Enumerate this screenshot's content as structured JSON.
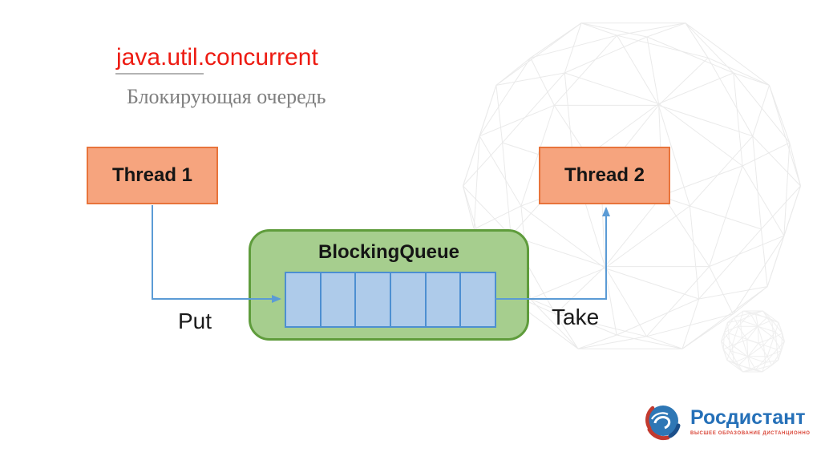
{
  "slide": {
    "title": "java.util.concurrent",
    "subtitle": "Блокирующая очередь"
  },
  "diagram": {
    "thread1_label": "Thread 1",
    "thread2_label": "Thread 2",
    "queue_title": "BlockingQueue",
    "queue_cells": 6,
    "put_label": "Put",
    "take_label": "Take"
  },
  "logo": {
    "name": "Росдистант",
    "tagline": "ВЫСШЕЕ ОБРАЗОВАНИЕ ДИСТАНЦИОННО"
  },
  "colors": {
    "title_red": "#ED1B12",
    "underline_gray": "#B3B3B3",
    "subtitle_gray": "#7F7F7F",
    "box_orange_fill": "#F6A47E",
    "box_orange_border": "#E8743B",
    "queue_green_fill": "#A6CE8E",
    "queue_green_border": "#5F9C3C",
    "cell_blue_fill": "#AECBEA",
    "cell_blue_border": "#4D8FD1",
    "arrow_blue": "#5B9BD5",
    "logo_blue": "#2570B8",
    "logo_red": "#D94436",
    "wireframe_gray": "#EAEAEA",
    "wireframe_gray_small": "#EFEFEF"
  }
}
